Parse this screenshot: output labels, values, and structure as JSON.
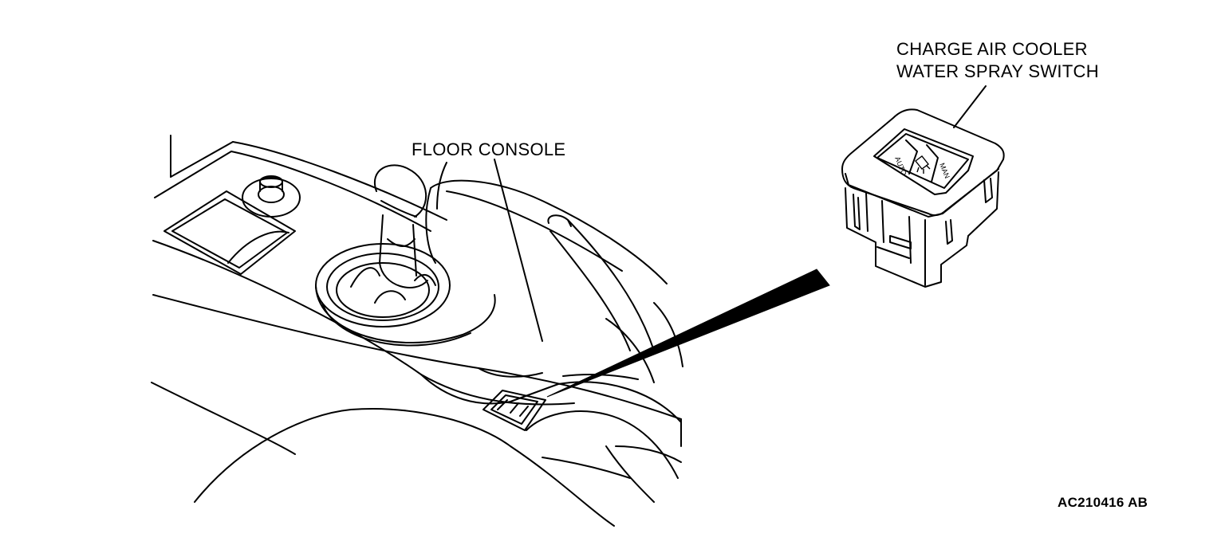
{
  "labels": {
    "floor_console": "FLOOR CONSOLE",
    "switch_line1": "CHARGE AIR COOLER",
    "switch_line2": "WATER SPRAY SWITCH",
    "figure_code": "AC210416 AB"
  },
  "switch_buttons": [
    "AUTO",
    "MAN"
  ],
  "icons": [
    "water-spray-icon"
  ]
}
